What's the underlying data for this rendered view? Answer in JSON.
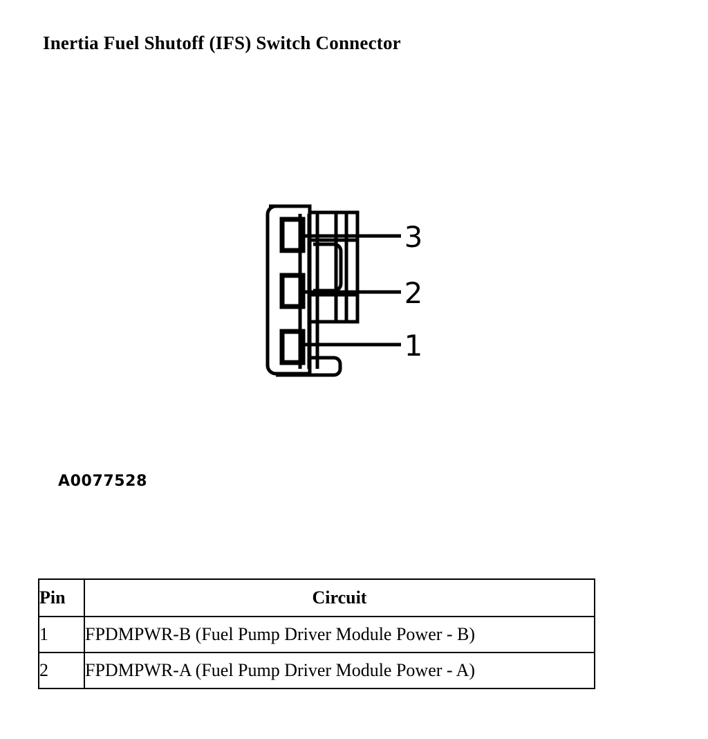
{
  "page": {
    "title": "Inertia Fuel Shutoff (IFS) Switch Connector",
    "figure_id": "A0077528",
    "background_color": "#ffffff",
    "line_color": "#000000"
  },
  "diagram": {
    "name": "ifs-switch-connector",
    "description": "Three-cavity connector face view with numbered pin leader lines",
    "pin_callouts": [
      {
        "label": "3",
        "cavity": "top"
      },
      {
        "label": "2",
        "cavity": "middle"
      },
      {
        "label": "1",
        "cavity": "bottom"
      }
    ]
  },
  "pin_table": {
    "headers": [
      "Pin",
      "Circuit"
    ],
    "rows": [
      {
        "pin": "1",
        "circuit": "FPDMPWR-B (Fuel Pump Driver Module Power - B)"
      },
      {
        "pin": "2",
        "circuit": "FPDMPWR-A (Fuel Pump Driver Module Power - A)"
      }
    ]
  }
}
